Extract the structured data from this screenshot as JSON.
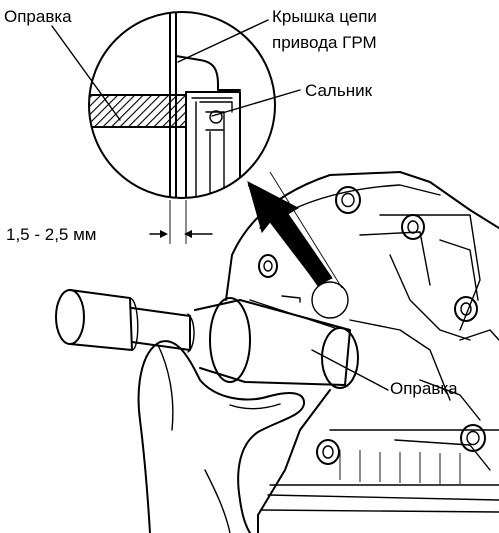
{
  "labels": {
    "tool_top": "Оправка",
    "cover_line1": "Крышка цепи",
    "cover_line2": "привода ГРМ",
    "seal": "Сальник",
    "dimension": "1,5 - 2,5 мм",
    "tool_bottom": "Оправка"
  },
  "colors": {
    "ink": "#000000",
    "paper": "#ffffff",
    "hatch": "#000000"
  }
}
